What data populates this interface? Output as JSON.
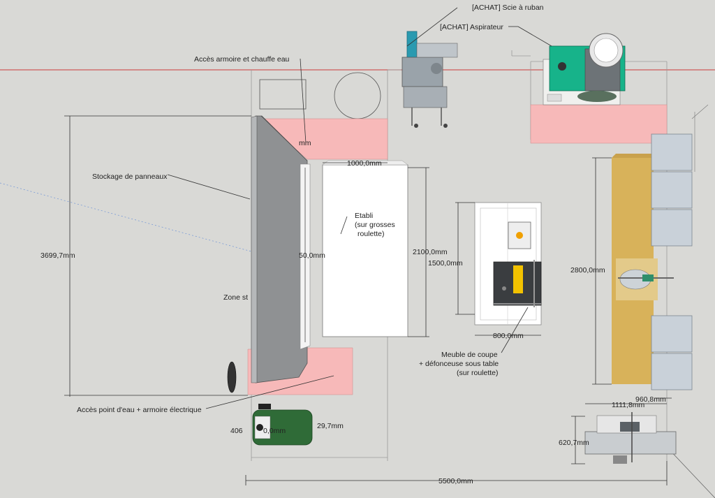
{
  "labels": {
    "band_saw": "[ACHAT] Scie à ruban",
    "dust_collector": "[ACHAT] Aspirateur",
    "cabinet_access": "Accès armoire et chauffe eau",
    "panel_storage": "Stockage de panneaux",
    "workbench_title": "Etabli",
    "workbench_line2": "(sur grosses",
    "workbench_line3": "roulette)",
    "zone_partial": "Zone st",
    "cutting_line1": "Meuble de coupe",
    "cutting_line2": "+ défonceuse sous table",
    "cutting_line3": "(sur roulette)",
    "water_access": "Accès point d'eau + armoire électrique"
  },
  "dimensions": {
    "overall_depth": "3699,7mm",
    "workbench_width": "1000,0mm",
    "workbench_length": "2100,0mm",
    "hidden_partial_1": "mm",
    "hidden_partial_2": "50,0mm",
    "cutting_length": "1500,0mm",
    "cutting_width": "800,0mm",
    "right_bench_length": "2800,0mm",
    "right_top_1": "1111,8mm",
    "right_top_2": "960,8mm",
    "right_depth": "620,7mm",
    "compressor_left": "406",
    "compressor_mid": "0,0mm",
    "compressor_right": "29,7mm",
    "overall_width": "5500,0mm"
  }
}
